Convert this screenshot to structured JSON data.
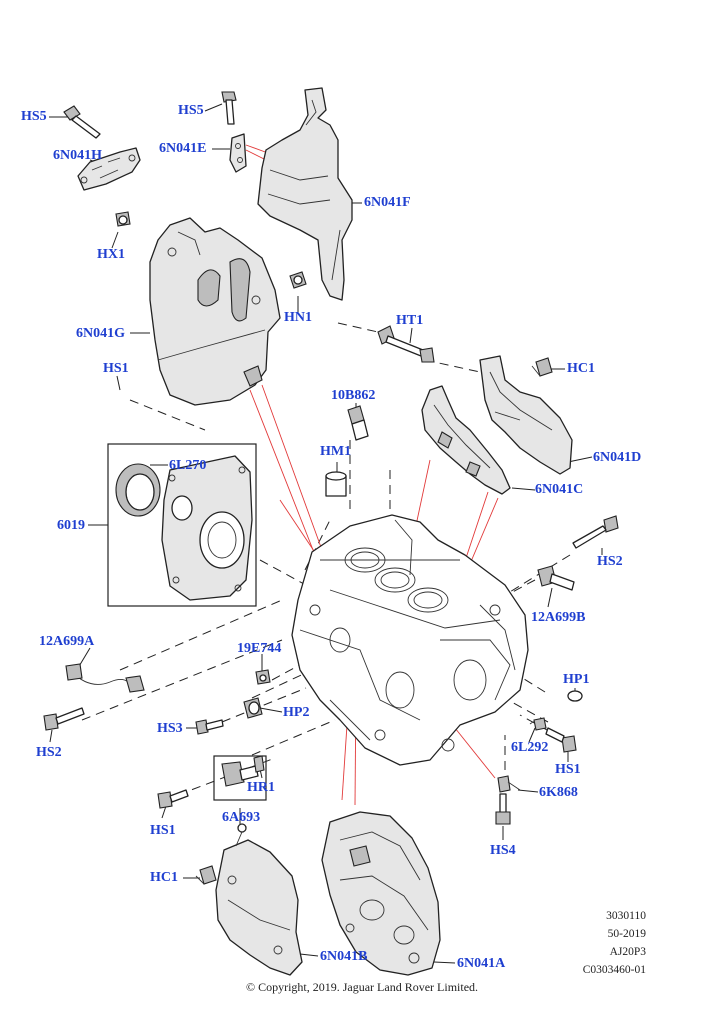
{
  "label_color": "#1f3fd0",
  "leader_color": "#e23a3a",
  "labels": [
    {
      "id": "hs5-left",
      "text": "HS5"
    },
    {
      "id": "hs5-top",
      "text": "HS5"
    },
    {
      "id": "6n041h",
      "text": "6N041H"
    },
    {
      "id": "6n041e",
      "text": "6N041E"
    },
    {
      "id": "6n041f",
      "text": "6N041F"
    },
    {
      "id": "hx1",
      "text": "HX1"
    },
    {
      "id": "hn1",
      "text": "HN1"
    },
    {
      "id": "6n041g",
      "text": "6N041G"
    },
    {
      "id": "ht1",
      "text": "HT1"
    },
    {
      "id": "hc1-top",
      "text": "HC1"
    },
    {
      "id": "hs1-left",
      "text": "HS1"
    },
    {
      "id": "10b862",
      "text": "10B862"
    },
    {
      "id": "6n041d",
      "text": "6N041D"
    },
    {
      "id": "hm1",
      "text": "HM1"
    },
    {
      "id": "6l270",
      "text": "6L270"
    },
    {
      "id": "6n041c",
      "text": "6N041C"
    },
    {
      "id": "6019",
      "text": "6019"
    },
    {
      "id": "hs2-right",
      "text": "HS2"
    },
    {
      "id": "12a699b",
      "text": "12A699B"
    },
    {
      "id": "12a699a",
      "text": "12A699A"
    },
    {
      "id": "19e744",
      "text": "19E744"
    },
    {
      "id": "hp1",
      "text": "HP1"
    },
    {
      "id": "hp2",
      "text": "HP2"
    },
    {
      "id": "hs2-left",
      "text": "HS2"
    },
    {
      "id": "6l292",
      "text": "6L292"
    },
    {
      "id": "hs3",
      "text": "HS3"
    },
    {
      "id": "hs1-right",
      "text": "HS1"
    },
    {
      "id": "hr1",
      "text": "HR1"
    },
    {
      "id": "6k868",
      "text": "6K868"
    },
    {
      "id": "hs1-bottom",
      "text": "HS1"
    },
    {
      "id": "6a693",
      "text": "6A693"
    },
    {
      "id": "hs4",
      "text": "HS4"
    },
    {
      "id": "hc1-bottom",
      "text": "HC1"
    },
    {
      "id": "6n041b",
      "text": "6N041B"
    },
    {
      "id": "6n041a",
      "text": "6N041A"
    }
  ],
  "info_block": [
    "3030110",
    "50-2019",
    "AJ20P3",
    "C0303460-01"
  ],
  "copyright": "© Copyright, 2019. Jaguar Land Rover Limited."
}
